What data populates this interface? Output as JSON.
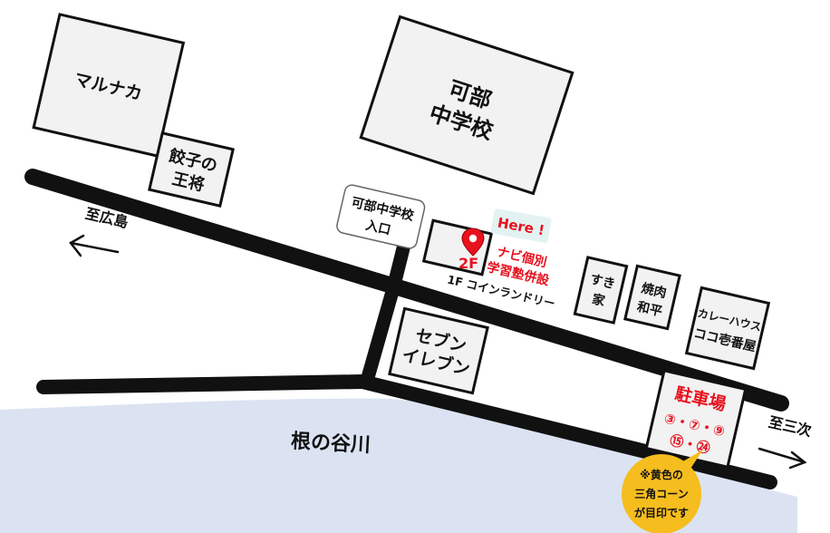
{
  "labels": {
    "marunaka": "マルナカ",
    "gyoza_1": "餃子の",
    "gyoza_2": "王将",
    "school_1": "可部",
    "school_2": "中学校",
    "entrance_1": "可部中学校",
    "entrance_2": "入口",
    "to_hiroshima": "至広島",
    "to_miyoshi": "至三次",
    "seven_1": "セブン",
    "seven_2": "イレブン",
    "here": "Here !",
    "floor": "2F",
    "navi_1": "ナビ個別",
    "navi_2": "学習塾併設",
    "laundry": "1F コインランドリー",
    "sukiya_1": "すき",
    "sukiya_2": "家",
    "yakiniku_1": "焼肉",
    "yakiniku_2": "和平",
    "curry_1": "カレーハウス",
    "curry_2": "ココ壱番屋",
    "parking": "駐車場",
    "slots_row1": "③・⑦・⑨",
    "slots_row2": "⑮・㉔",
    "river": "根の谷川",
    "note_1": "※黄色の",
    "note_2": "三角コーン",
    "note_3": "が目印です"
  },
  "colors": {
    "river": "#dbe3f2",
    "road": "#111111",
    "building_fill": "#f2f2f2",
    "accent_red": "#e8121f",
    "here_bg": "#e3f3f1",
    "note_bg": "#f5bd1e"
  },
  "icons": {
    "pin": "map-pin-icon",
    "arrow_left": "arrow-left-icon",
    "arrow_right": "arrow-right-icon"
  }
}
